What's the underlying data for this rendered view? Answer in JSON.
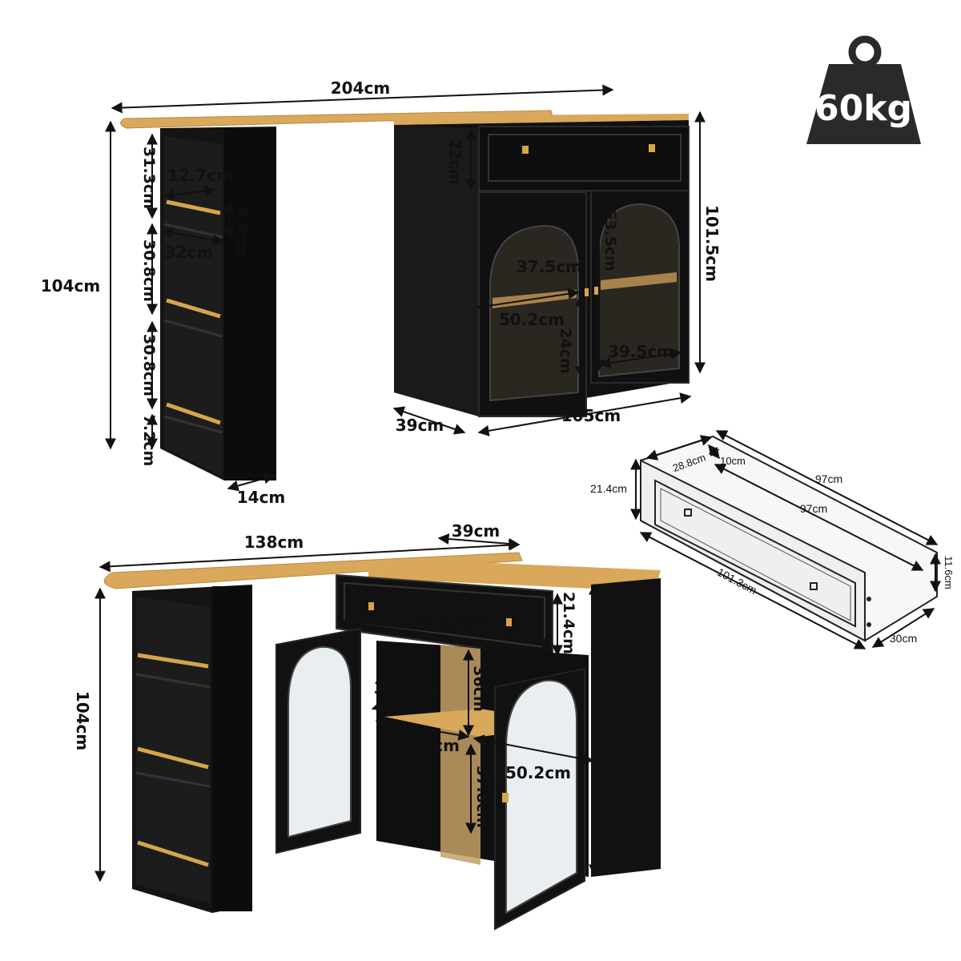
{
  "weight": {
    "label": "60kg",
    "icon": "weight-icon"
  },
  "colors": {
    "cabinet": "#111111",
    "wood": "#d9a85a",
    "brass": "#d6a64a",
    "dim": "#111111"
  },
  "view_top": {
    "total_width": "204cm",
    "height_left": "104cm",
    "shelf_1": "31.3cm",
    "shelf_2": "30.8cm",
    "shelf_3": "30.8cm",
    "plinth": "7.2cm",
    "rail_length": "12.7cm",
    "rail_height": "6.9cm",
    "shelf_width": "32cm",
    "shelf_depth": "14cm",
    "drawer_height": "22cm",
    "door_height": "63.5cm",
    "inner_width": "37.5cm",
    "inner_full_width": "50.2cm",
    "lower_height": "24cm",
    "door_width": "39.5cm",
    "cabinet_height": "101.5cm",
    "cabinet_depth": "39cm",
    "cabinet_width": "105cm"
  },
  "view_drawer": {
    "depth_inner": "28.8cm",
    "depth_small": "10cm",
    "length_outer": "97cm",
    "length_inner": "97cm",
    "height": "21.4cm",
    "front_length": "101.3cm",
    "inner_height": "11.6cm",
    "depth": "30cm"
  },
  "view_bottom": {
    "total_width": "138cm",
    "depth": "39cm",
    "height_left": "104cm",
    "drawer_width": "101.3cm",
    "drawer_height": "21.4cm",
    "upper_depth": "36cm",
    "upper_height": "36cm",
    "inner_width_left": "50.2cm",
    "inner_width_right": "50.2cm",
    "lower_height": "37.8cm",
    "cabinet_height": "101.5cm"
  }
}
